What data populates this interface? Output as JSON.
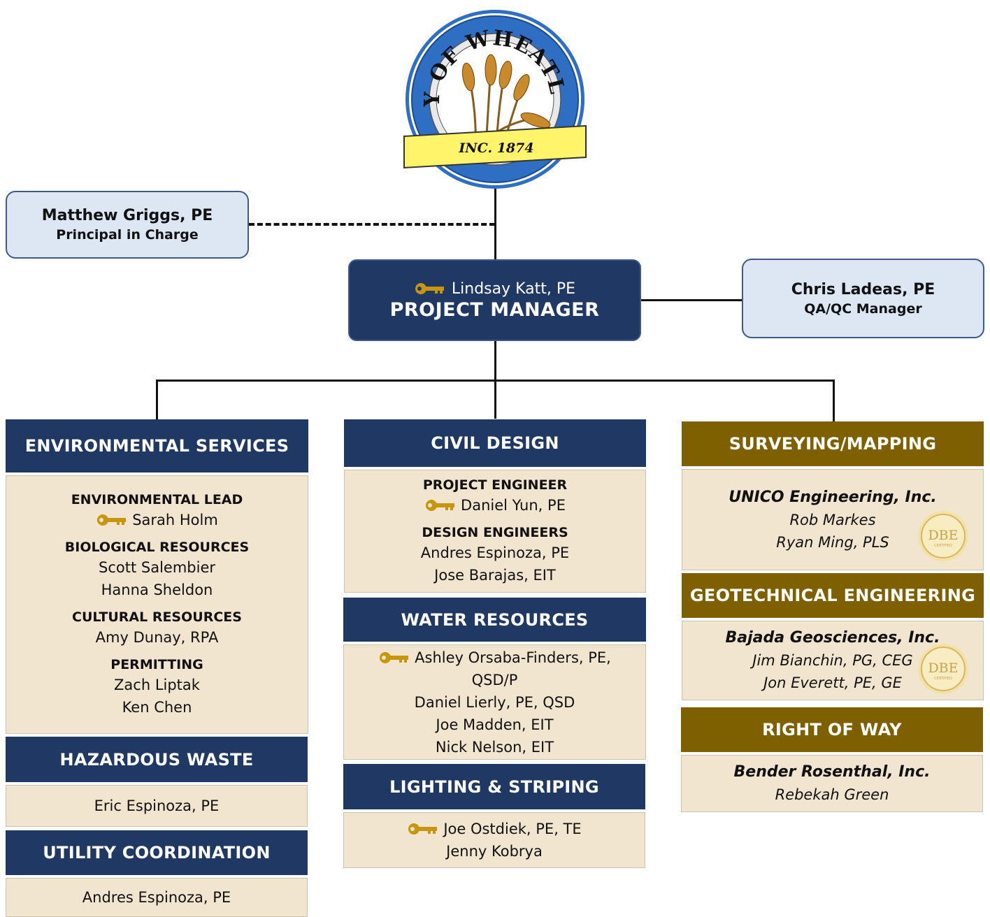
{
  "seal": {
    "arc_text": "CITY OF WHEATLAND",
    "banner_text": "INC. 1874"
  },
  "principal": {
    "name": "Matthew Griggs, PE",
    "role": "Principal in Charge"
  },
  "project_manager": {
    "name": "Lindsay Katt, PE",
    "role": "PROJECT MANAGER"
  },
  "qaqc": {
    "name": "Chris Ladeas, PE",
    "role": "QA/QC Manager"
  },
  "environmental": {
    "header": "ENVIRONMENTAL SERVICES",
    "lead_label": "ENVIRONMENTAL LEAD",
    "lead_name": "Sarah Holm",
    "bio_label": "BIOLOGICAL RESOURCES",
    "bio_1": "Scott Salembier",
    "bio_2": "Hanna Sheldon",
    "cultural_label": "CULTURAL RESOURCES",
    "cultural_1": "Amy Dunay, RPA",
    "permitting_label": "PERMITTING",
    "permitting_1": "Zach Liptak",
    "permitting_2": "Ken Chen"
  },
  "hazardous": {
    "header": "HAZARDOUS WASTE",
    "name_1": "Eric Espinoza, PE"
  },
  "utility": {
    "header": "UTILITY COORDINATION",
    "name_1": "Andres Espinoza, PE"
  },
  "civil": {
    "header": "CIVIL DESIGN",
    "pe_label": "PROJECT ENGINEER",
    "pe_name": "Daniel Yun, PE",
    "de_label": "DESIGN ENGINEERS",
    "de_1": "Andres Espinoza, PE",
    "de_2": "Jose Barajas, EIT"
  },
  "water": {
    "header": "WATER RESOURCES",
    "lead_line1": "Ashley Orsaba-Finders, PE,",
    "lead_line2": "QSD/P",
    "name_2": "Daniel Lierly, PE, QSD",
    "name_3": "Joe Madden, EIT",
    "name_4": "Nick Nelson, EIT"
  },
  "lighting": {
    "header": "LIGHTING & STRIPING",
    "lead": "Joe Ostdiek, PE, TE",
    "name_2": "Jenny Kobrya"
  },
  "surveying": {
    "header": "SURVEYING/MAPPING",
    "firm": "UNICO Engineering, Inc.",
    "name_1": "Rob Markes",
    "name_2": "Ryan Ming, PLS"
  },
  "geotech": {
    "header": "GEOTECHNICAL ENGINEERING",
    "firm": "Bajada Geosciences, Inc.",
    "name_1": "Jim Bianchin, PG, CEG",
    "name_2": "Jon Everett, PE, GE"
  },
  "row": {
    "header": "RIGHT OF WAY",
    "firm": "Bender Rosenthal, Inc.",
    "name_1": "Rebekah Green"
  },
  "dbe_badge": {
    "text": "DBE",
    "sub": "CERTIFIED"
  },
  "colors": {
    "navy": "#1f3864",
    "olive": "#7f6000",
    "panel": "#f2e5d0",
    "light_box": "#dde6f3",
    "key_gold": "#c8960c"
  }
}
